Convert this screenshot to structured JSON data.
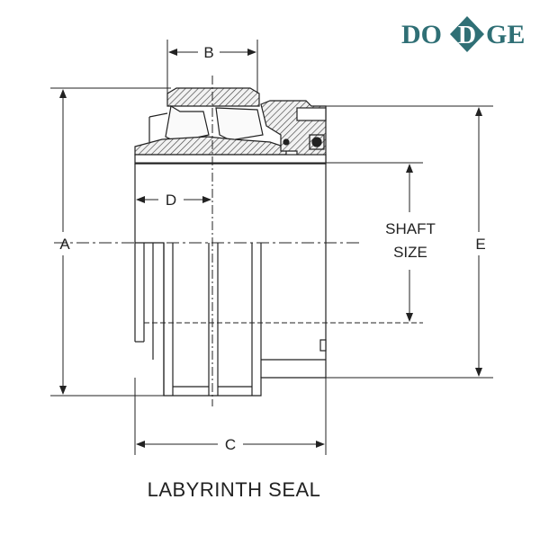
{
  "logo": {
    "text_left": "DO",
    "text_right": "GE",
    "diamond_letter": "D",
    "color": "#2f6f75"
  },
  "dimensions": {
    "a": "A",
    "b": "B",
    "c": "C",
    "d": "D",
    "e": "E",
    "shaft_line1": "SHAFT",
    "shaft_line2": "SIZE"
  },
  "caption": "LABYRINTH SEAL"
}
